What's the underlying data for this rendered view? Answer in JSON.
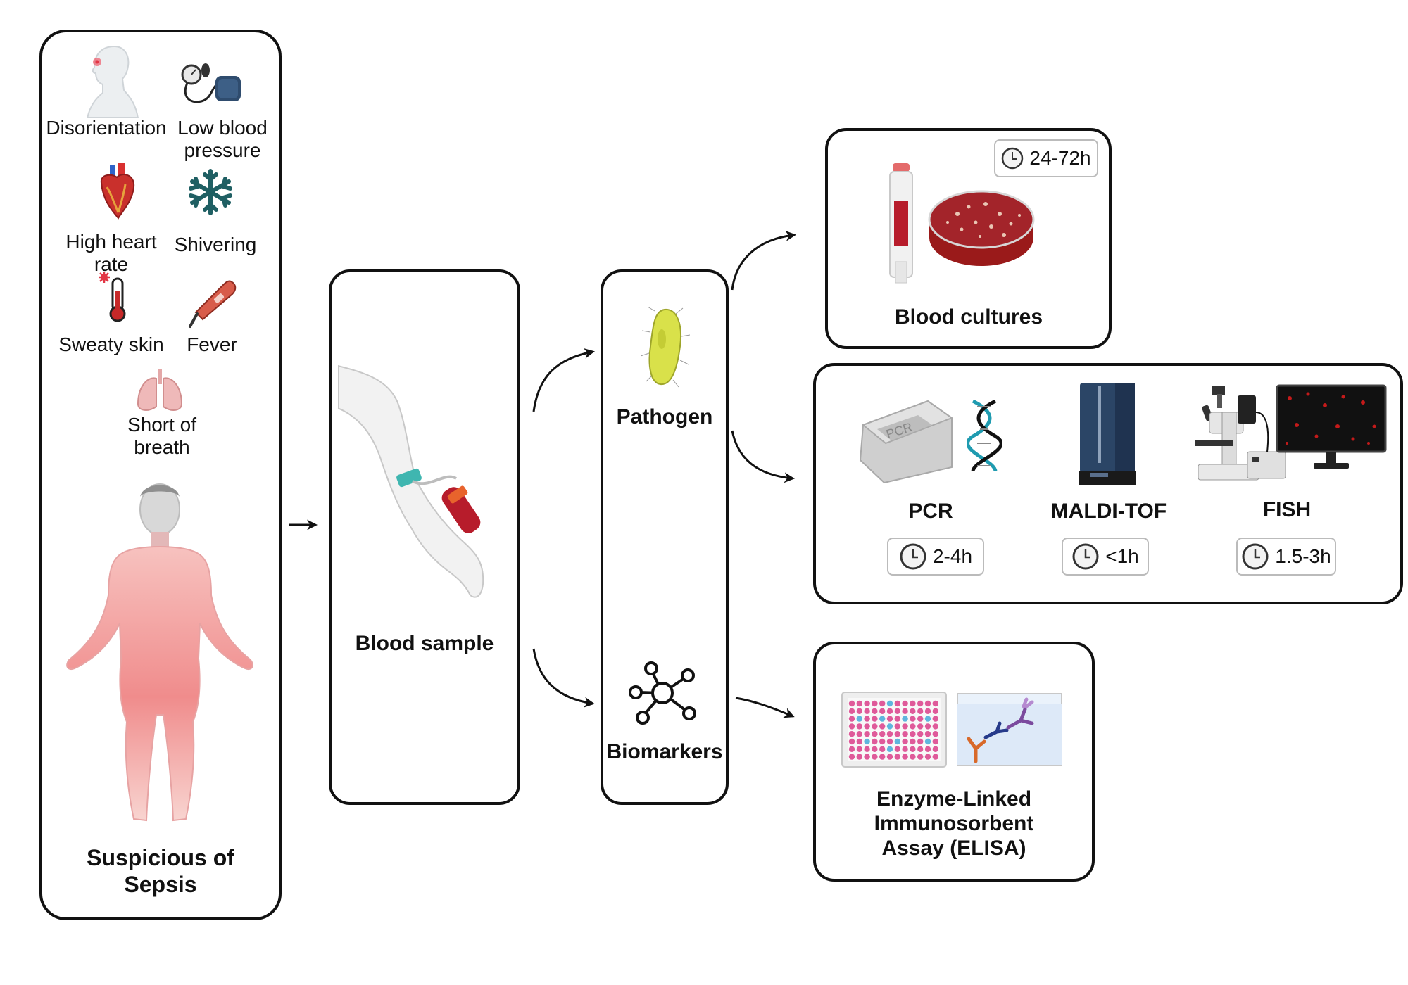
{
  "symptoms": {
    "disorientation": "Disorientation",
    "low_bp_1": "Low blood",
    "low_bp_2": "pressure",
    "high_hr_1": "High heart",
    "high_hr_2": "rate",
    "shivering": "Shivering",
    "sweaty": "Sweaty skin",
    "fever": "Fever",
    "short_1": "Short of",
    "short_2": "breath"
  },
  "sepsis_label_1": "Suspicious of",
  "sepsis_label_2": "Sepsis",
  "blood_sample_label": "Blood sample",
  "pathogen_label": "Pathogen",
  "biomarkers_label": "Biomarkers",
  "cultures": {
    "label": "Blood cultures",
    "time": "24-72h"
  },
  "methods": {
    "pcr": {
      "label": "PCR",
      "time": "2-4h"
    },
    "maldi": {
      "label": "MALDI-TOF",
      "time": "<1h"
    },
    "fish": {
      "label": "FISH",
      "time": "1.5-3h"
    }
  },
  "elisa": {
    "line1": "Enzyme-Linked",
    "line2": "Immunosorbent",
    "line3": "Assay (ELISA)"
  }
}
